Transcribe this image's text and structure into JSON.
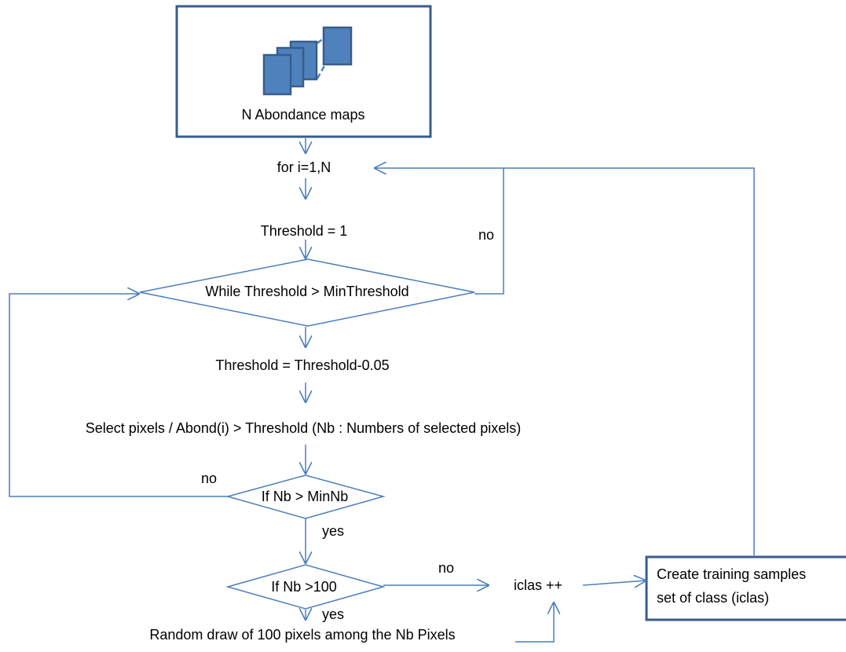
{
  "nodes": {
    "input": "N Abondance maps",
    "loop": "for i=1,N",
    "init": "Threshold = 1",
    "while": "While Threshold > MinThreshold",
    "decrement": "Threshold  = Threshold-0.05",
    "select": "Select pixels  / Abond(i)  > Threshold  (Nb : Numbers of selected pixels)",
    "check_min": "If Nb > MinNb",
    "check_100": "If Nb >100",
    "draw": "Random draw of 100 pixels  among the Nb Pixels",
    "increment": "iclas ++",
    "create_line1": "Create training samples",
    "create_line2": "set of class (iclas)"
  },
  "edge_labels": {
    "while_no": "no",
    "min_no": "no",
    "min_yes": "yes",
    "hundred_no": "no",
    "hundred_yes": "yes"
  },
  "colors": {
    "line": "#4a7ebb",
    "box_border": "#385d8a",
    "icon_fill": "#4f81bd",
    "icon_border": "#385d8a"
  },
  "icons": [
    "stacked-maps-icon"
  ]
}
